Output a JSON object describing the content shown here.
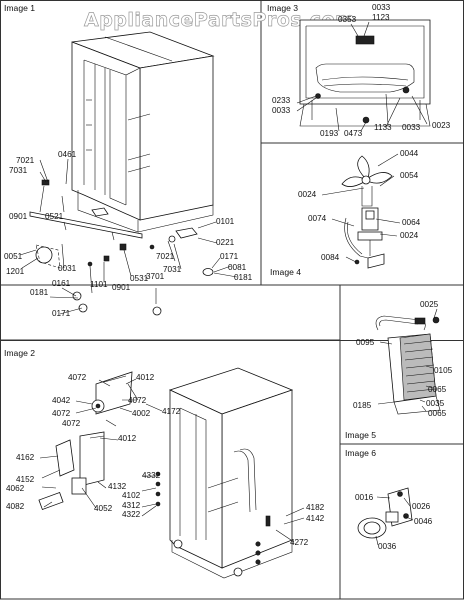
{
  "watermark": "AppliancePartsPros.com",
  "images": {
    "image1": "Image 1",
    "image2": "Image 2",
    "image3": "Image 3",
    "image4": "Image 4",
    "image5": "Image 5",
    "image6": "Image 6"
  },
  "labels": {
    "i1": [
      "7021",
      "7031",
      "0461",
      "0901",
      "0521",
      "0051",
      "1201",
      "0031",
      "0161",
      "0181",
      "0171",
      "1101",
      "0901",
      "0531",
      "3701",
      "7021",
      "7031",
      "0101",
      "0221",
      "0171",
      "0081",
      "0181"
    ],
    "i3": [
      "0353",
      "0033",
      "1123",
      "0233",
      "0033",
      "0193",
      "0473",
      "1133",
      "0033",
      "0023"
    ],
    "i4": [
      "0044",
      "0054",
      "0024",
      "0074",
      "0064",
      "0024",
      "0084"
    ],
    "i5": [
      "0025",
      "0095",
      "0105",
      "0065",
      "0185",
      "0035",
      "0065"
    ],
    "i2": [
      "4072",
      "4012",
      "4042",
      "4072",
      "4072",
      "4002",
      "4172",
      "4072",
      "4012",
      "4162",
      "4152",
      "4062",
      "4082",
      "4052",
      "4132",
      "4332",
      "4102",
      "4312",
      "4322",
      "4182",
      "4142",
      "4272"
    ],
    "i6": [
      "0016",
      "0026",
      "0046",
      "0036"
    ]
  }
}
